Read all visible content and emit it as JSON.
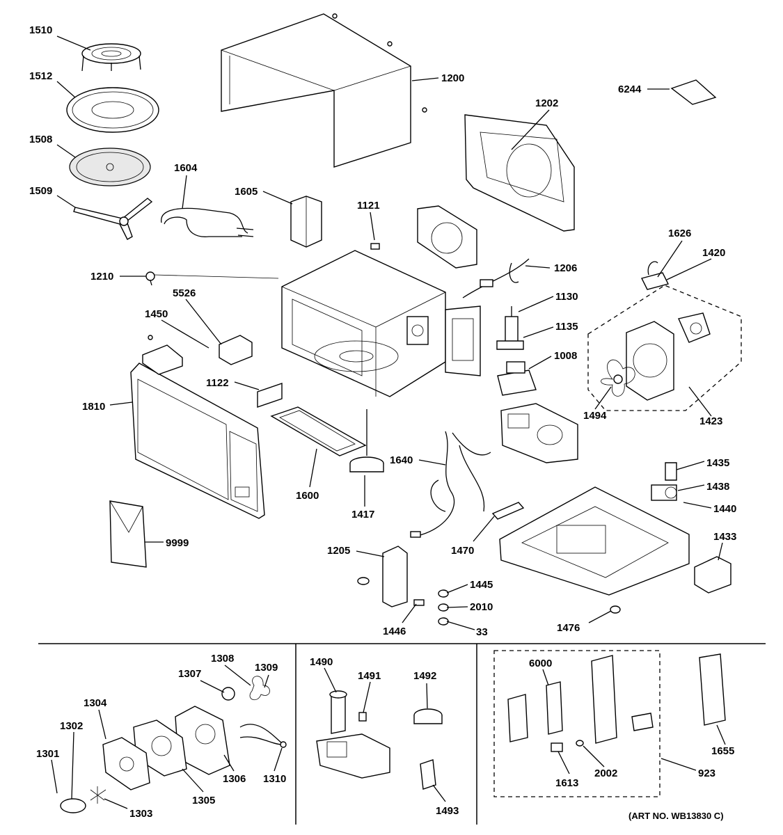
{
  "diagram": {
    "colors": {
      "ink": "#000000",
      "background": "#ffffff",
      "part_fill": "#e8e8e8"
    },
    "art_number": "(ART NO. WB13830 C)",
    "labels": {
      "1510": "1510",
      "1512": "1512",
      "1508": "1508",
      "1509": "1509",
      "1604": "1604",
      "1605": "1605",
      "1200": "1200",
      "6244": "6244",
      "1202": "1202",
      "1121": "1121",
      "1626": "1626",
      "1420": "1420",
      "1210": "1210",
      "1206": "1206",
      "5526": "5526",
      "1130": "1130",
      "1450": "1450",
      "1135": "1135",
      "1008": "1008",
      "1122": "1122",
      "1810": "1810",
      "1494": "1494",
      "1423": "1423",
      "1640": "1640",
      "1435": "1435",
      "1600": "1600",
      "1417": "1417",
      "1438": "1438",
      "1440": "1440",
      "9999": "9999",
      "1470": "1470",
      "1433": "1433",
      "1205": "1205",
      "1445": "1445",
      "2010": "2010",
      "1446": "1446",
      "33": "33",
      "1476": "1476",
      "1308": "1308",
      "1309": "1309",
      "1307": "1307",
      "1304": "1304",
      "1302": "1302",
      "1301": "1301",
      "1306": "1306",
      "1310": "1310",
      "1305": "1305",
      "1303": "1303",
      "1490": "1490",
      "1491": "1491",
      "1492": "1492",
      "1493": "1493",
      "6000": "6000",
      "1613": "1613",
      "2002": "2002",
      "923": "923",
      "1655": "1655"
    }
  }
}
